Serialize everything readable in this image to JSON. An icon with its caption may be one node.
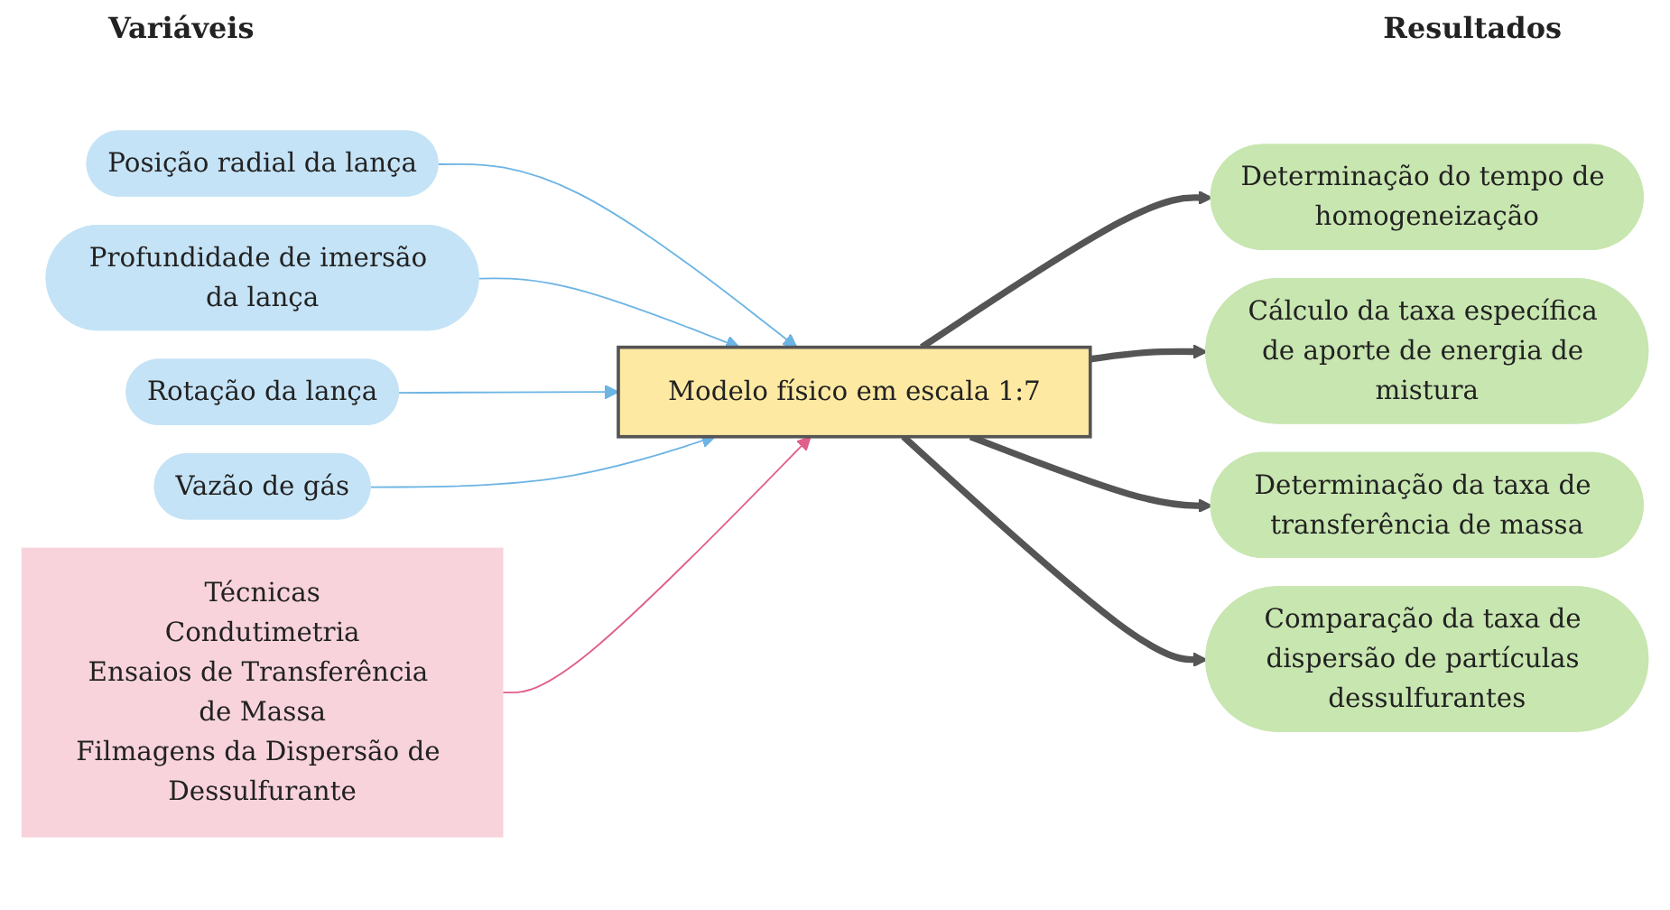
{
  "diagram": {
    "nodes": [
      {
        "text": [
          "Posição radial da lança"
        ]
      },
      {
        "text": [
          "Profundidade de imersão da lança"
        ]
      },
      {
        "text": [
          "Rotação da lança"
        ]
      },
      {
        "text": [
          "Vazão de gás"
        ]
      },
      {
        "text": [
          "Modelo físico em escala 1:7"
        ]
      },
      {
        "text": [
          "Determinação do tempo de homogeneização"
        ]
      },
      {
        "text": [
          "Cálculo da taxa específica de aporte de energia de mistura"
        ]
      },
      {
        "text": [
          "Determinação da taxa de transferência de massa"
        ]
      },
      {
        "text": [
          "Comparação da taxa de dispersão de partículas dessulfurantes"
        ]
      },
      {
        "text": [
          "Técnicas",
          "Condutimetria",
          "Ensaios de Transferência de Massa",
          "Filmagens da Dispersão de Dessulfurante"
        ]
      }
    ],
    "edges": [
      {
        "from": 0,
        "to": 4,
        "arrow": "to",
        "color": "#6cb4e4"
      },
      {
        "from": 1,
        "to": 4,
        "arrow": "to",
        "color": "#6cb4e4"
      },
      {
        "from": 2,
        "to": 4,
        "arrow": "to",
        "color": "#6cb4e4"
      },
      {
        "from": 3,
        "to": 4,
        "arrow": "to",
        "color": "#6cb4e4"
      },
      {
        "from": 4,
        "to": 5,
        "arrow": "to",
        "style": "thick",
        "color": "#555555"
      },
      {
        "from": 4,
        "to": 6,
        "arrow": "to",
        "style": "thick",
        "color": "#555555"
      },
      {
        "from": 4,
        "to": 7,
        "arrow": "to",
        "style": "thick",
        "color": "#555555"
      },
      {
        "from": 4,
        "to": 8,
        "arrow": "to",
        "style": "thick",
        "color": "#555555"
      },
      {
        "from": 9,
        "to": 4,
        "arrow": "to",
        "color": "#e0608a"
      }
    ],
    "labels": [
      "Variáveis",
      "Resultados"
    ]
  }
}
